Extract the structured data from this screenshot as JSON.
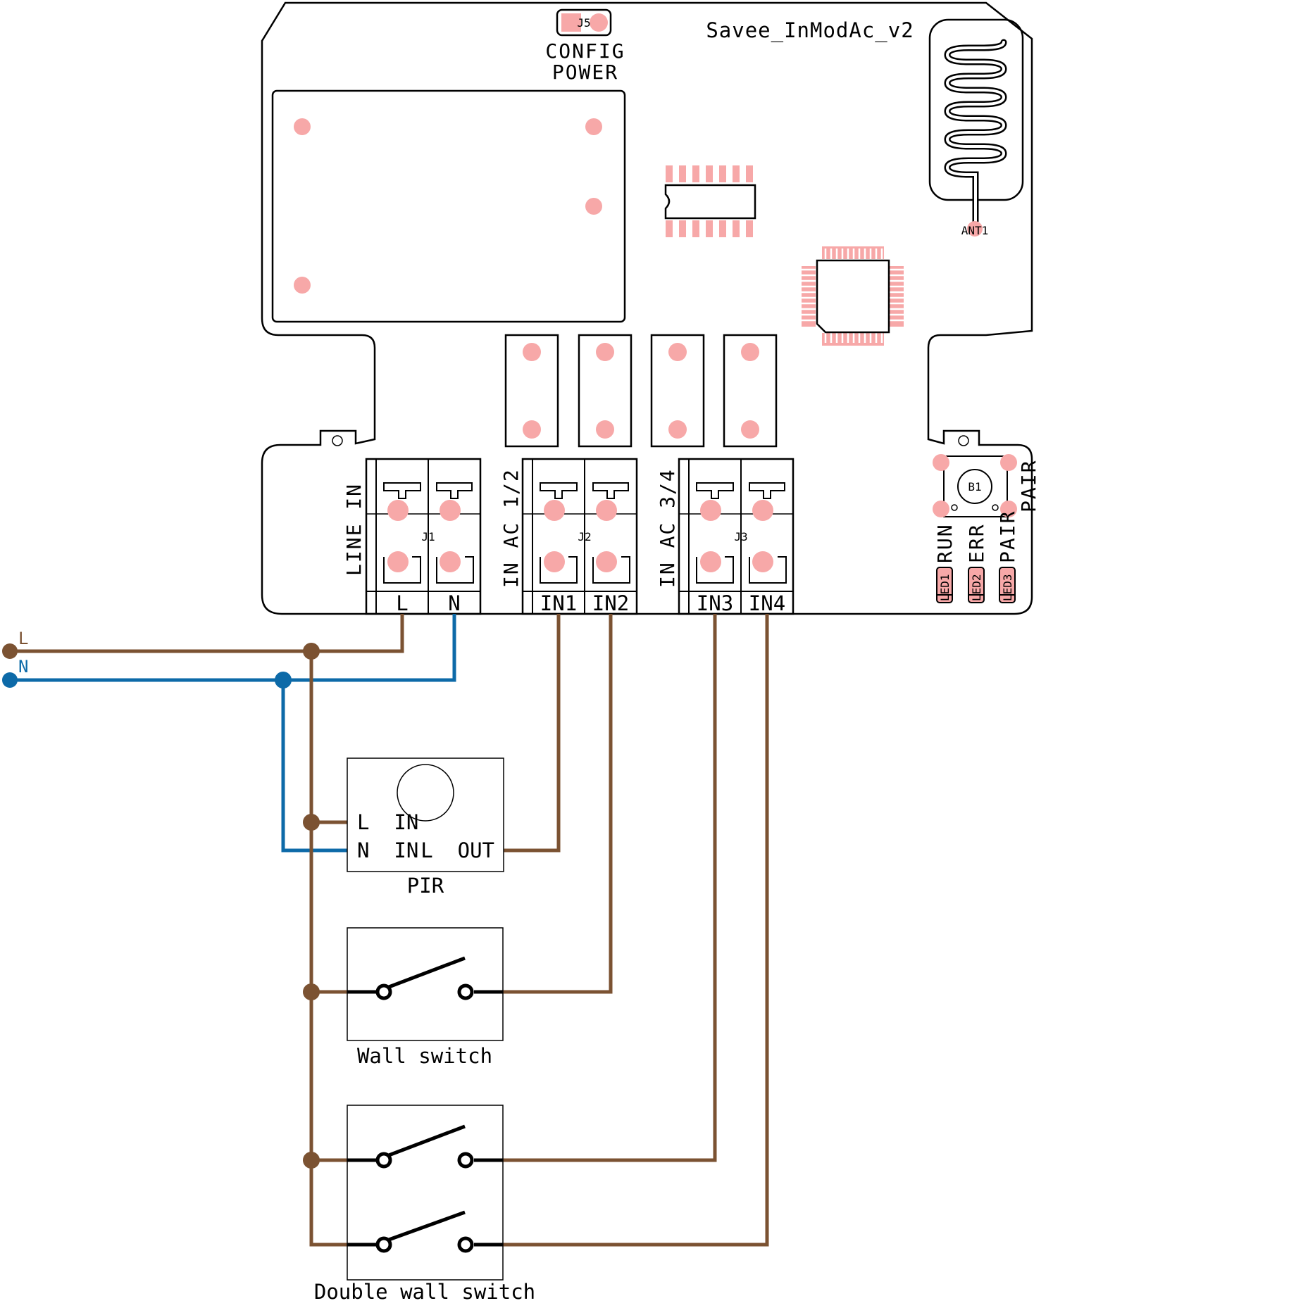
{
  "board": {
    "name": "Savee_InModAc_v2",
    "jumper": {
      "ref": "J5",
      "line1": "CONFIG",
      "line2": "POWER"
    },
    "antenna": "ANT1",
    "button": {
      "ref": "B1",
      "label": "PAIR"
    },
    "terminals": [
      {
        "ref": "J1",
        "group_label": "LINE IN",
        "pins": [
          "L",
          "N"
        ]
      },
      {
        "ref": "J2",
        "group_label": "IN AC 1/2",
        "pins": [
          "IN1",
          "IN2"
        ]
      },
      {
        "ref": "J3",
        "group_label": "IN AC 3/4",
        "pins": [
          "IN3",
          "IN4"
        ]
      }
    ],
    "leds": [
      {
        "ref": "LED1",
        "label": "RUN"
      },
      {
        "ref": "LED2",
        "label": "ERR"
      },
      {
        "ref": "LED3",
        "label": "PAIR"
      }
    ]
  },
  "mains": {
    "line": "L",
    "neutral": "N"
  },
  "devices": {
    "pir": {
      "name": "PIR",
      "l_in": "L  IN",
      "n_in": "N  IN",
      "l_out": "L  OUT"
    },
    "wall_switch": {
      "name": "Wall switch"
    },
    "double_wall_switch": {
      "name": "Double wall switch"
    }
  },
  "colors": {
    "line_wire": "#7b5232",
    "neutral_wire": "#0d6aa8",
    "pad": "#f7a8a8",
    "outline": "#000000"
  }
}
